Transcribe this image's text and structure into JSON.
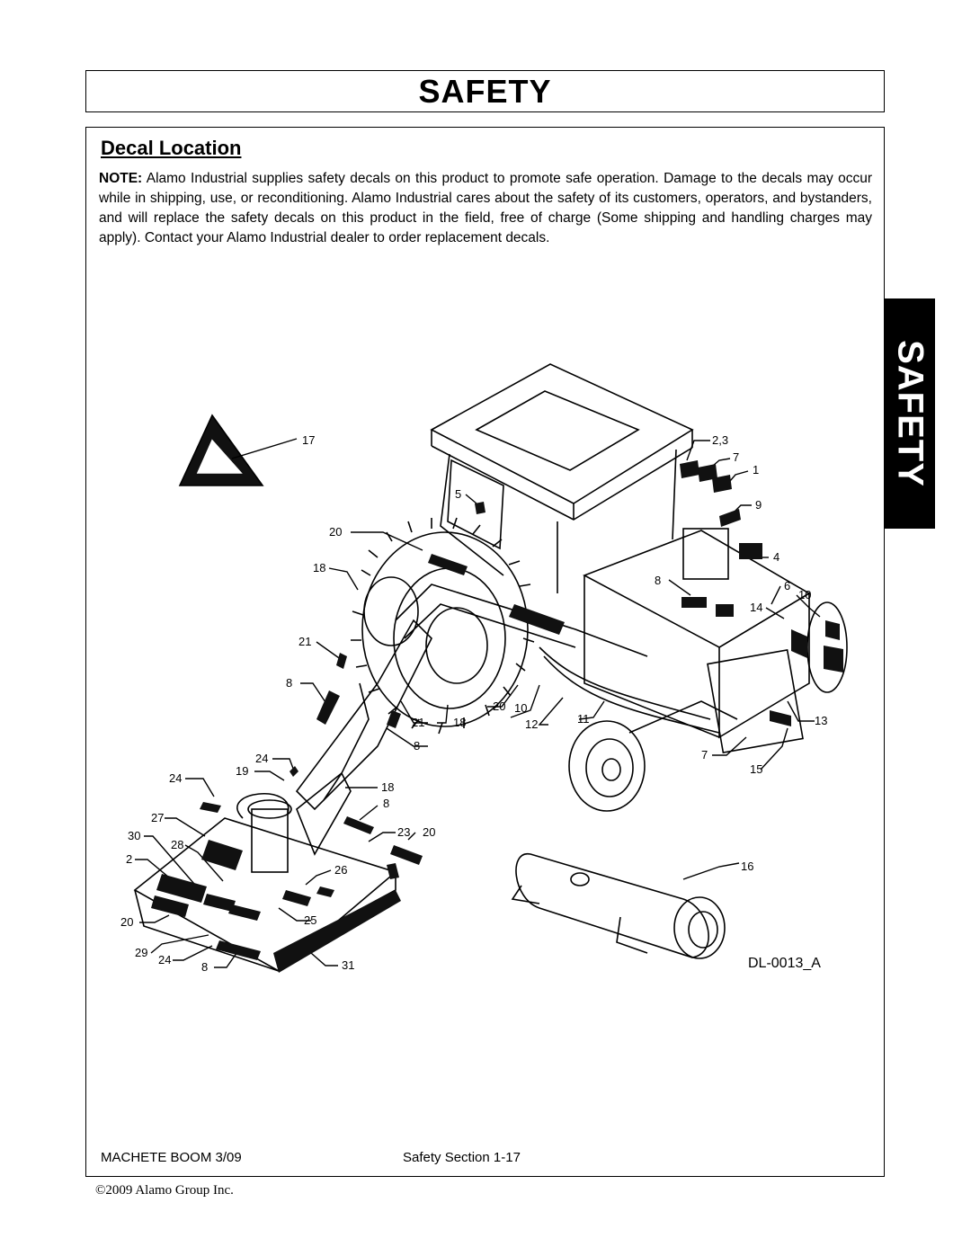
{
  "header": {
    "title": "SAFETY"
  },
  "side_tab": {
    "label": "SAFETY"
  },
  "section": {
    "heading": "Decal Location",
    "note_label": "NOTE:",
    "note_text": "Alamo Industrial supplies safety decals on this product to promote safe operation. Damage to the decals may occur while in shipping, use, or reconditioning. Alamo Industrial cares about the safety of its customers, operators, and bystanders, and will replace the safety decals on this product in the field, free of charge (Some shipping and handling charges may apply). Contact your Alamo Industrial dealer to order replacement decals."
  },
  "figure": {
    "drawing_id": "DL-0013_A",
    "callouts": {
      "c17": "17",
      "c23": "2,3",
      "c7a": "7",
      "c1": "1",
      "c9": "9",
      "c5": "5",
      "c20a": "20",
      "c4": "4",
      "c18a": "18",
      "c8a": "8",
      "c6": "6",
      "c10a": "10",
      "c14": "14",
      "c21a": "21",
      "c8b": "8",
      "c20b": "20",
      "c10b": "10",
      "c11": "11",
      "c12": "12",
      "c21b": "21",
      "c18b": "18",
      "c8c": "8",
      "c13": "13",
      "c7b": "7",
      "c15": "15",
      "c24a": "24",
      "c19": "19",
      "c24b": "24",
      "c18c": "18",
      "c8d": "8",
      "c27": "27",
      "c30": "30",
      "c28": "28",
      "c2": "2",
      "c23b": "23",
      "c20c": "20",
      "c26": "26",
      "c16": "16",
      "c20d": "20",
      "c25": "25",
      "c29": "29",
      "c24c": "24",
      "c8e": "8",
      "c31": "31"
    }
  },
  "footer": {
    "left": "MACHETE BOOM 3/09",
    "center": "Safety Section 1-17",
    "copyright": "©2009 Alamo Group Inc."
  }
}
